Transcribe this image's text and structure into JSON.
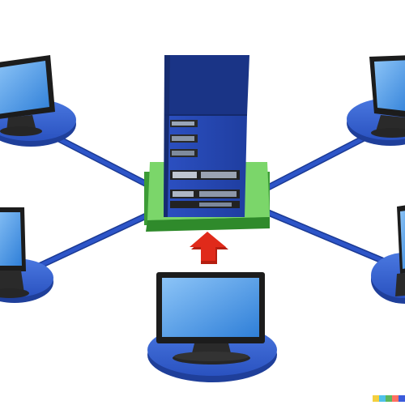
{
  "colors": {
    "background": "#ffffff",
    "cable": "#2d55c8",
    "cable_dark": "#1b3a94",
    "disc_top": "#3b67d6",
    "disc_side": "#1f3f9a",
    "monitor_bezel": "#1c1c1c",
    "monitor_screen": "#5aa4ee",
    "server_body": "#2748b6",
    "server_dark": "#1a3486",
    "pad_top": "#7bd66a",
    "pad_side": "#3c9c36",
    "arrow": "#e02a1a"
  },
  "icons": {
    "central_node": "server-tower-icon",
    "nodes": "desktop-monitor-icon",
    "arrow": "red-up-arrow-icon"
  },
  "diagram": {
    "type": "star-network",
    "hub": "server",
    "node_count": 5
  },
  "watermark_colors": [
    "#f4d03f",
    "#4fc1e9",
    "#5cb85c",
    "#ff6f61",
    "#3b5bdb"
  ]
}
